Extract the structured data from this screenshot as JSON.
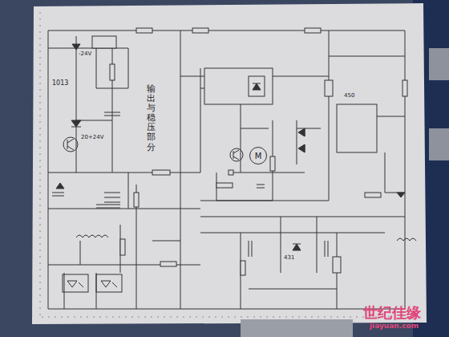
{
  "diagram": {
    "nodes": [
      {
        "text": [
          "M"
        ]
      }
    ],
    "labels": [
      "-24V",
      "1013",
      "20+24V",
      "输出与稳压部分",
      "431",
      "450",
      "世纪佳缘",
      "jiayuan.com"
    ]
  }
}
